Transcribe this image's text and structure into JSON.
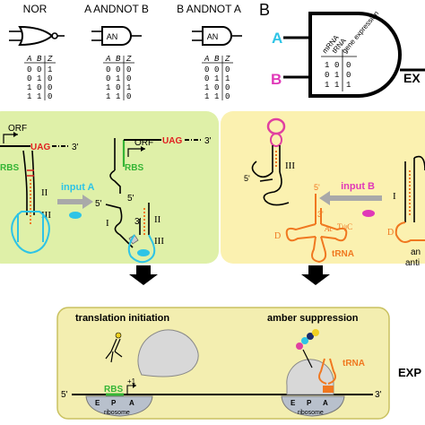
{
  "panel_b_letter": "B",
  "gates": [
    {
      "title": "NOR",
      "symbol": "",
      "headers": [
        "A",
        "B",
        "Z"
      ],
      "rows": [
        [
          "0",
          "0",
          "1"
        ],
        [
          "0",
          "1",
          "0"
        ],
        [
          "1",
          "0",
          "0"
        ],
        [
          "1",
          "1",
          "0"
        ]
      ]
    },
    {
      "title": "A ANDNOT B",
      "symbol": "AN",
      "headers": [
        "A",
        "B",
        "Z"
      ],
      "rows": [
        [
          "0",
          "0",
          "0"
        ],
        [
          "0",
          "1",
          "0"
        ],
        [
          "1",
          "0",
          "1"
        ],
        [
          "1",
          "1",
          "0"
        ]
      ]
    },
    {
      "title": "B ANDNOT A",
      "symbol": "AN",
      "headers": [
        "A",
        "B",
        "Z"
      ],
      "rows": [
        [
          "0",
          "0",
          "0"
        ],
        [
          "0",
          "1",
          "1"
        ],
        [
          "1",
          "0",
          "0"
        ],
        [
          "1",
          "1",
          "0"
        ]
      ]
    }
  ],
  "big_gate": {
    "input_a": "A",
    "input_b": "B",
    "output_label": "EX",
    "col_headers": [
      "mRNA",
      "tRNA",
      "gene expression"
    ],
    "rows": [
      [
        "1",
        "0",
        "0"
      ],
      [
        "0",
        "1",
        "0"
      ],
      [
        "1",
        "1",
        "1"
      ]
    ],
    "colors": {
      "input_a": "#2ec4e6",
      "input_b": "#e038b8"
    }
  },
  "left_panel": {
    "orf_1": "ORF",
    "uag_1": "UAG",
    "three_prime_1": "3'",
    "rbs_1": "RBS",
    "roman_ii": "II",
    "roman_iii": "III",
    "input_label": "input A",
    "orf_2": "ORF",
    "rbs_2": "RBS",
    "uag_2": "UAG",
    "three_prime_2": "3'",
    "five_prime_a": "5'",
    "five_prime_b": "5'",
    "roman_i": "I",
    "three_prime_3": "3'",
    "roman_ii_b": "II",
    "roman_iii_b": "III",
    "colors": {
      "bg": "#dff0a8",
      "rbs": "#35b535",
      "uag": "#e02020",
      "input": "#2ec4e6"
    }
  },
  "right_panel": {
    "roman_iii": "III",
    "five_prime_1": "5'",
    "input_label": "input B",
    "five_prime_2": "5'",
    "three_prime": "3'",
    "ac": "Ac",
    "d_label": "D",
    "tpc": "TψC",
    "trna": "tRNA",
    "roman_i": "I",
    "d_label_2": "D",
    "cut_text_1": "an",
    "cut_text_2": "anti",
    "colors": {
      "bg": "#fbf1b0",
      "trna": "#f07820",
      "input": "#e038b8",
      "loop": "#e040a0"
    }
  },
  "bottom_panel": {
    "label_left": "translation initiation",
    "label_right": "amber suppression",
    "five_prime": "5'",
    "three_prime": "3'",
    "rbs": "RBS",
    "plus_one": "+1",
    "e": "E",
    "p": "P",
    "a": "A",
    "ribosome_left": "ribosome",
    "e2": "E",
    "p2": "P",
    "a2": "A",
    "ribosome_right": "ribosome",
    "trna": "tRNA",
    "colors": {
      "bg": "#f3eeb0",
      "border": "#c9c160"
    }
  },
  "side_label": "EXP"
}
